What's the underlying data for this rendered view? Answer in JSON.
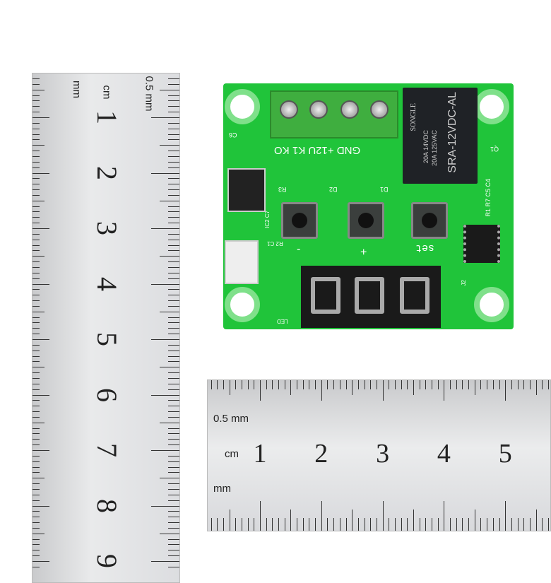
{
  "vertical_ruler": {
    "unit_labels": [
      "mm",
      "cm",
      "0.5 mm"
    ],
    "numbers": [
      "1",
      "2",
      "3",
      "4",
      "5",
      "6",
      "7",
      "8",
      "9"
    ]
  },
  "horizontal_ruler": {
    "unit_labels": [
      "0.5 mm",
      "cm",
      "mm"
    ],
    "numbers": [
      "1",
      "2",
      "3",
      "4",
      "5"
    ]
  },
  "pcb": {
    "terminal_labels": "GND +12U  K1   KO",
    "relay": {
      "brand": "SONGLE",
      "model": "SRA-12VDC-AL",
      "rating1": "20A 14VDC",
      "rating2": "20A 125VAC"
    },
    "silkscreen": {
      "c6": "C6",
      "r3": "R3",
      "d2": "D2",
      "d1": "D1",
      "minus": "-",
      "plus": "+",
      "set": "set",
      "led": "LED",
      "j2": "J2",
      "q1": "Q1",
      "r_group": "R1 R7 C5 C4",
      "ic2": "IC2 C7",
      "r2c1": "R2 C1"
    }
  }
}
